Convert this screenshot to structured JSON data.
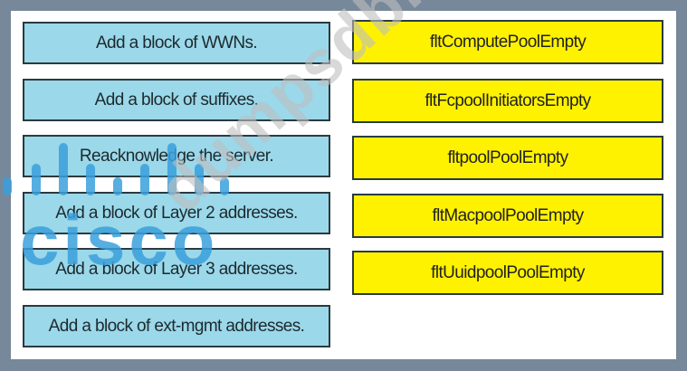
{
  "left_items": [
    {
      "label": "Add a block of WWNs."
    },
    {
      "label": "Add a block of suffixes."
    },
    {
      "label": "Reacknowledge the server."
    },
    {
      "label": "Add a block of Layer 2 addresses."
    },
    {
      "label": "Add a block of  Layer 3 addresses."
    },
    {
      "label": "Add a block of ext-mgmt addresses."
    }
  ],
  "right_items": [
    {
      "label": "fltComputePoolEmpty"
    },
    {
      "label": "fltFcpoolInitiatorsEmpty"
    },
    {
      "label": "fltpoolPoolEmpty"
    },
    {
      "label": "fltMacpoolPoolEmpty"
    },
    {
      "label": "fltUuidpoolPoolEmpty"
    }
  ],
  "watermarks": {
    "logo_text": "cisco",
    "site_text": "dumpsdb.com"
  },
  "colors": {
    "frame": "#768899",
    "left_box": "#9bd8ea",
    "right_box": "#fff200",
    "logo": "#3aa0dc"
  }
}
